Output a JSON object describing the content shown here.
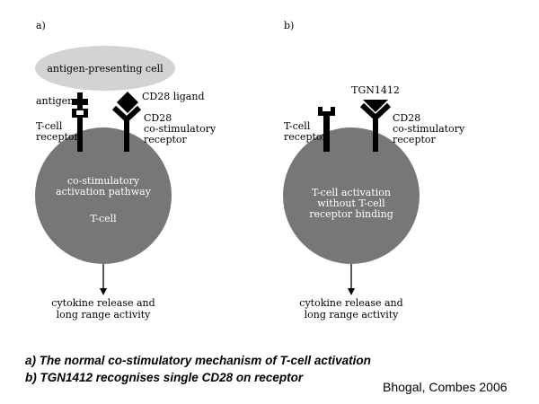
{
  "panel_a": {
    "letter": "a)",
    "apc_label": "antigen-presenting cell",
    "antigen_label": "antigen",
    "tcr_label": [
      "T-cell",
      "receptor"
    ],
    "cd28_ligand_label": "CD28 ligand",
    "cd28_label": [
      "CD28",
      "co-stimulatory",
      "receptor"
    ],
    "cell_text": [
      "co-stimulatory",
      "activation pathway"
    ],
    "cell_label": "T-cell",
    "output": [
      "cytokine release and",
      "long range activity"
    ]
  },
  "panel_b": {
    "letter": "b)",
    "tgn_label": "TGN1412",
    "tcr_label": [
      "T-cell",
      "receptor"
    ],
    "cd28_label": [
      "CD28",
      "co-stimulatory",
      "receptor"
    ],
    "cell_text": [
      "T-cell activation",
      "without T-cell",
      "receptor binding"
    ],
    "output": [
      "cytokine release and",
      "long range activity"
    ]
  },
  "captions": {
    "a": "a)  The normal co-stimulatory mechanism of T-cell activation",
    "b": "b)  TGN1412 recognises single CD28 on receptor"
  },
  "credit": "Bhogal, Combes 2006",
  "colors": {
    "apc_fill": "#d3d3d3",
    "cell_fill": "#777777",
    "cell_text": "#ffffff",
    "ink": "#000000"
  }
}
